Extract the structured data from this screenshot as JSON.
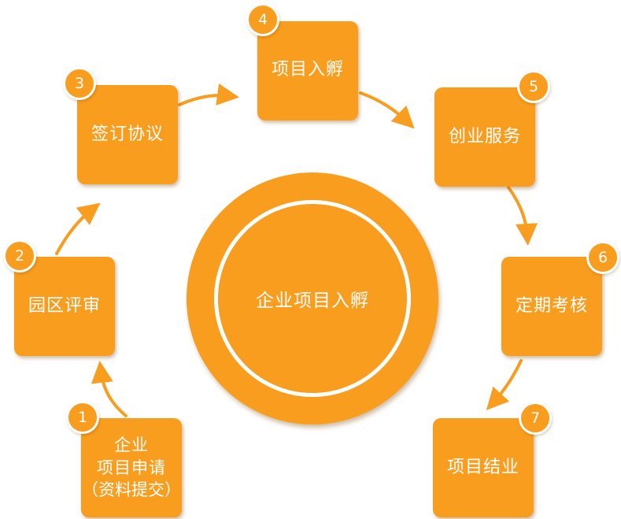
{
  "colors": {
    "accent": "#f99d1e",
    "text": "#ffffff"
  },
  "center": {
    "label": "企业项目入孵"
  },
  "steps": [
    {
      "number": "1",
      "lines": [
        "企业",
        "项目申请",
        "（资料提交）"
      ]
    },
    {
      "number": "2",
      "label": "园区评审"
    },
    {
      "number": "3",
      "label": "签订协议"
    },
    {
      "number": "4",
      "label": "项目入孵"
    },
    {
      "number": "5",
      "label": "创业服务"
    },
    {
      "number": "6",
      "label": "定期考核"
    },
    {
      "number": "7",
      "label": "项目结业"
    }
  ]
}
